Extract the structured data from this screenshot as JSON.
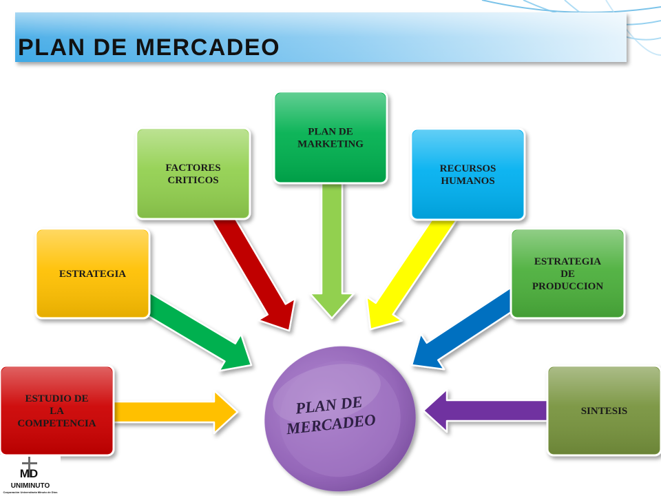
{
  "slide": {
    "title": "PLAN DE MERCADEO"
  },
  "diagram": {
    "center": {
      "lines": [
        "PLAN DE",
        "MERCADEO"
      ],
      "color": "#9b6cc0"
    },
    "nodes": [
      {
        "id": "estudio",
        "lines": [
          "ESTUDIO DE",
          "LA",
          "COMPETENCIA"
        ],
        "color": "#cc0000",
        "arrow_color": "#ffc000"
      },
      {
        "id": "estrategia",
        "lines": [
          "ESTRATEGIA"
        ],
        "color": "#ffc000",
        "arrow_color": "#00b050"
      },
      {
        "id": "factores",
        "lines": [
          "FACTORES",
          "CRITICOS"
        ],
        "color": "#92d050",
        "arrow_color": "#c00000"
      },
      {
        "id": "plan-marketing",
        "lines": [
          "PLAN DE",
          "MARKETING"
        ],
        "color": "#00b050",
        "arrow_color": "#92d050"
      },
      {
        "id": "recursos",
        "lines": [
          "RECURSOS",
          "HUMANOS"
        ],
        "color": "#00b0f0",
        "arrow_color": "#ffff00"
      },
      {
        "id": "estrategia-produccion",
        "lines": [
          "ESTRATEGIA",
          "DE",
          "PRODUCCION"
        ],
        "color": "#4caf3a",
        "arrow_color": "#0070c0"
      },
      {
        "id": "sintesis",
        "lines": [
          "SINTESIS"
        ],
        "color": "#77933c",
        "arrow_color": "#7030a0"
      }
    ]
  },
  "logo": {
    "mark": "MD",
    "name": "UNIMINUTO",
    "subtitle": "Corporación Universitaria Minuto de Dios"
  },
  "colors": {
    "title_bar_start": "#3fa9e6",
    "title_bar_end": "#dff1fc",
    "top_sweep": "#5ab4e4"
  }
}
